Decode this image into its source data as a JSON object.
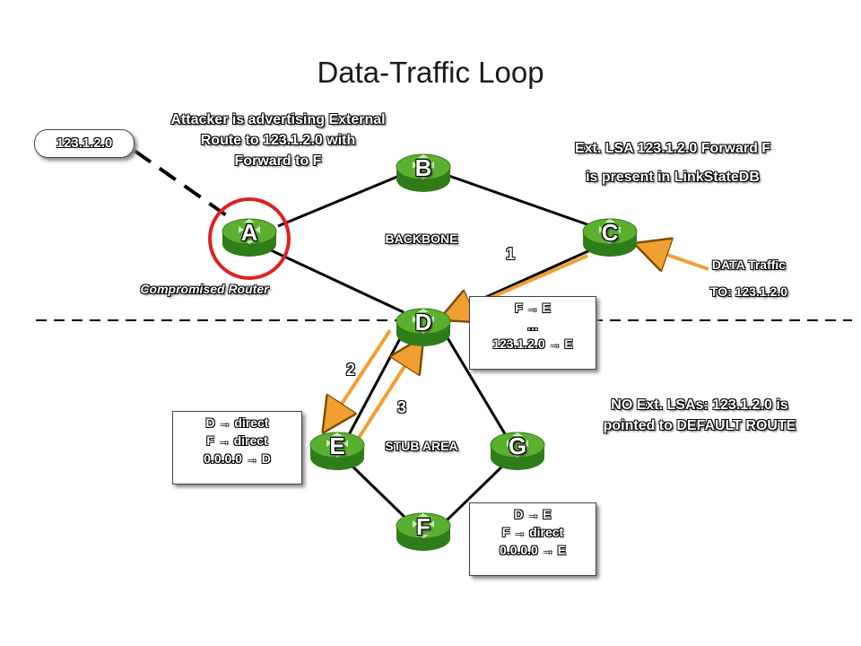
{
  "title": "Data-Traffic Loop",
  "prefix_pill": "123.1.2.0",
  "attacker_note": [
    "Attacker is advertising External",
    "Route to 123.1.2.0 with",
    "Forward to F"
  ],
  "ext_lsa_note": [
    "Ext. LSA 123.1.2.0 Forward F",
    "is present in LinkStateDB"
  ],
  "data_traffic": [
    "DATA Traffic",
    "TO: 123.1.2.0"
  ],
  "backbone_label": "BACKBONE",
  "stub_label": "STUB AREA",
  "compromised_label": "Compromised Router",
  "no_ext_note": [
    "NO Ext. LSAs: 123.1.2.0 is",
    "pointed to DEFAULT ROUTE"
  ],
  "routers": {
    "a": "A",
    "b": "B",
    "c": "C",
    "d": "D",
    "e": "E",
    "f": "F",
    "g": "G"
  },
  "steps": [
    "1",
    "2",
    "3"
  ],
  "table_d": [
    "F → E",
    "...",
    "123.1.2.0 → E"
  ],
  "table_e": [
    "D → direct",
    "F → direct",
    "0.0.0.0 → D"
  ],
  "table_f": [
    "D → E",
    "F → direct",
    "0.0.0.0 → E"
  ],
  "colors": {
    "router_fill": "#5cb030",
    "router_dark": "#2f7d18",
    "arrow": "#f0a030",
    "compromised_ring": "#e02020",
    "link": "#000000"
  }
}
